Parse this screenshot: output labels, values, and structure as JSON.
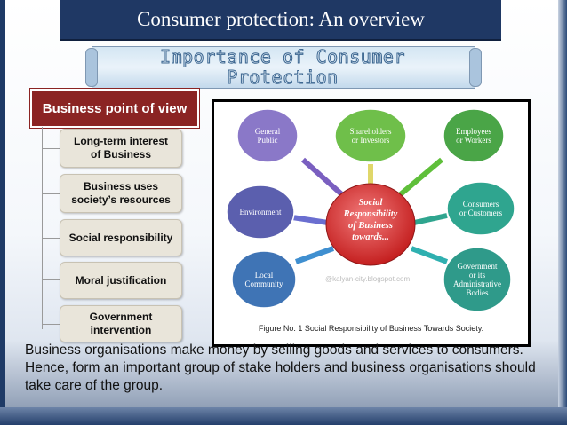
{
  "slide": {
    "title": "Consumer protection: An overview",
    "banner_line1": "Importance of Consumer",
    "banner_line2": "Protection"
  },
  "left_panel": {
    "header": "Business point of view",
    "items": [
      {
        "line1": "Long-term interest",
        "line2": "of Business"
      },
      {
        "line1": "Business uses",
        "line2": "society’s resources"
      },
      {
        "line1": "Social responsibility",
        "line2": ""
      },
      {
        "line1": "Moral justification",
        "line2": ""
      },
      {
        "line1": "Government",
        "line2": "intervention"
      }
    ]
  },
  "figure": {
    "center": [
      "Social",
      "Responsibility",
      "of Business",
      "towards..."
    ],
    "nodes": [
      {
        "id": "general-public",
        "lines": [
          "General",
          "Public"
        ],
        "color": "#8a78c8"
      },
      {
        "id": "shareholders",
        "lines": [
          "Shareholders",
          "or Investors"
        ],
        "color": "#6fbf4a"
      },
      {
        "id": "employees",
        "lines": [
          "Employees",
          "or Workers"
        ],
        "color": "#4aa547"
      },
      {
        "id": "environment",
        "lines": [
          "Environment"
        ],
        "color": "#5b5fae"
      },
      {
        "id": "consumers",
        "lines": [
          "Consumers",
          "or Customers"
        ],
        "color": "#2fa58f"
      },
      {
        "id": "local-community",
        "lines": [
          "Local",
          "Community"
        ],
        "color": "#3f74b5"
      },
      {
        "id": "government",
        "lines": [
          "Government",
          "or its",
          "Administrative",
          "Bodies"
        ],
        "color": "#2f9a8a"
      }
    ],
    "caption": "Figure No. 1 Social Responsibility of Business Towards Society.",
    "watermark": "@kalyan-city.blogspot.com"
  },
  "body_text": "Business organisations make money by selling goods and services to consumers. Hence, form an important group of stake holders and business organisations should take care of the group."
}
